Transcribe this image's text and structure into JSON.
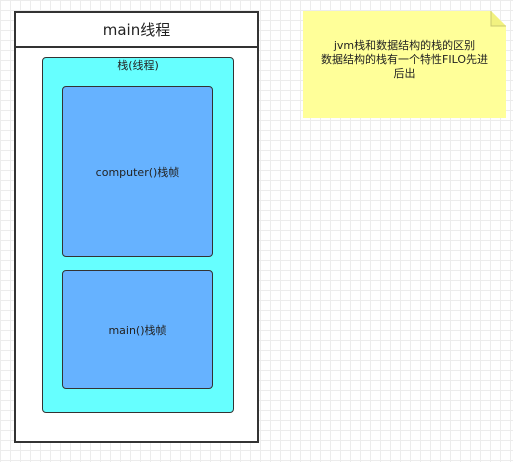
{
  "diagram": {
    "thread": {
      "title": "main线程"
    },
    "stack": {
      "title": "栈(线程)",
      "frames": [
        {
          "label": "computer()栈帧"
        },
        {
          "label": "main()栈帧"
        }
      ]
    },
    "note": {
      "lines": [
        "jvm栈和数据结构的栈的区别",
        "数据结构的栈有一个特性FILO先进",
        "后出"
      ]
    },
    "colors": {
      "stack_fill": "#66ffff",
      "frame_fill": "#66b2ff",
      "note_fill": "#ffff99",
      "stroke": "#333333"
    }
  }
}
